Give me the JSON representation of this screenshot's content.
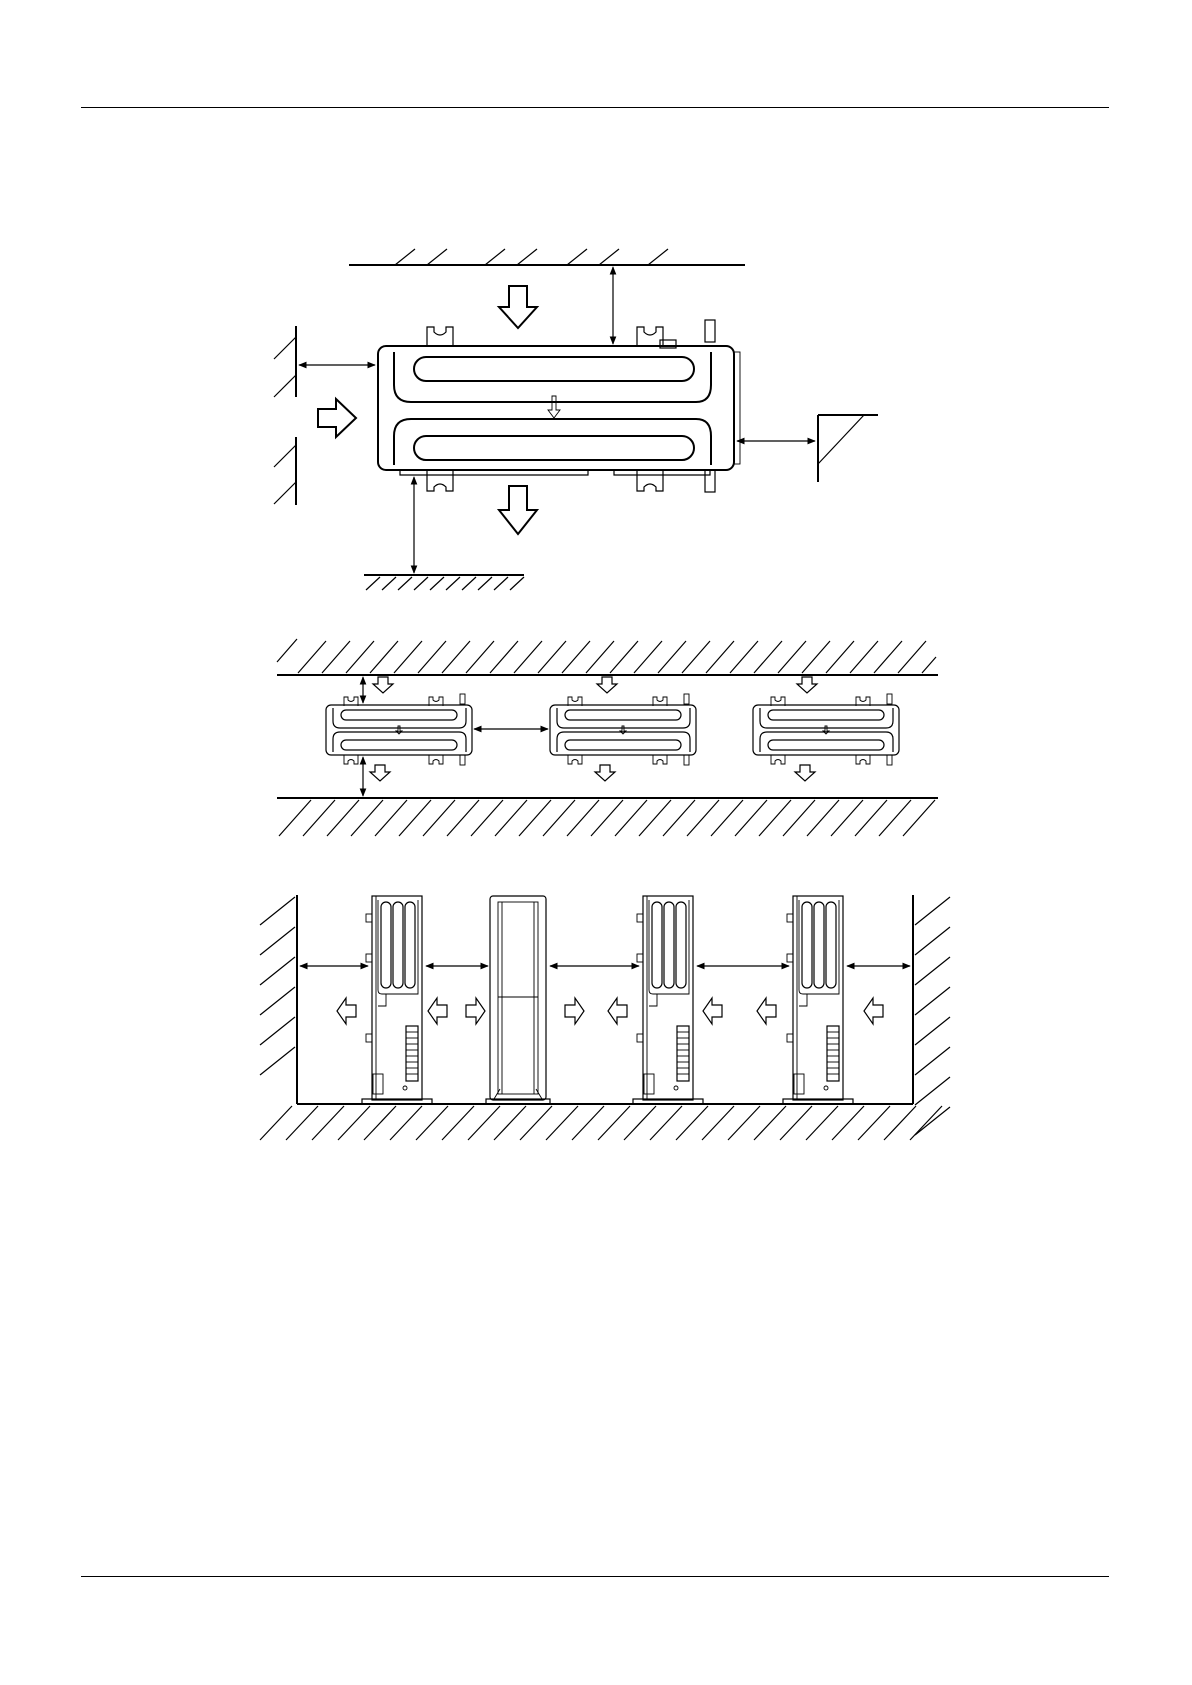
{
  "document": {
    "kind": "installation-clearance-diagram",
    "figures": [
      {
        "id": "single-unit-clearance"
      },
      {
        "id": "row-of-units-clearance"
      },
      {
        "id": "side-by-side-units-clearance"
      }
    ]
  },
  "colors": {
    "ink": "#000000",
    "paper": "#ffffff"
  },
  "icons": {
    "airflow": "airflow-arrow-icon",
    "wall": "hatched-wall-icon"
  }
}
